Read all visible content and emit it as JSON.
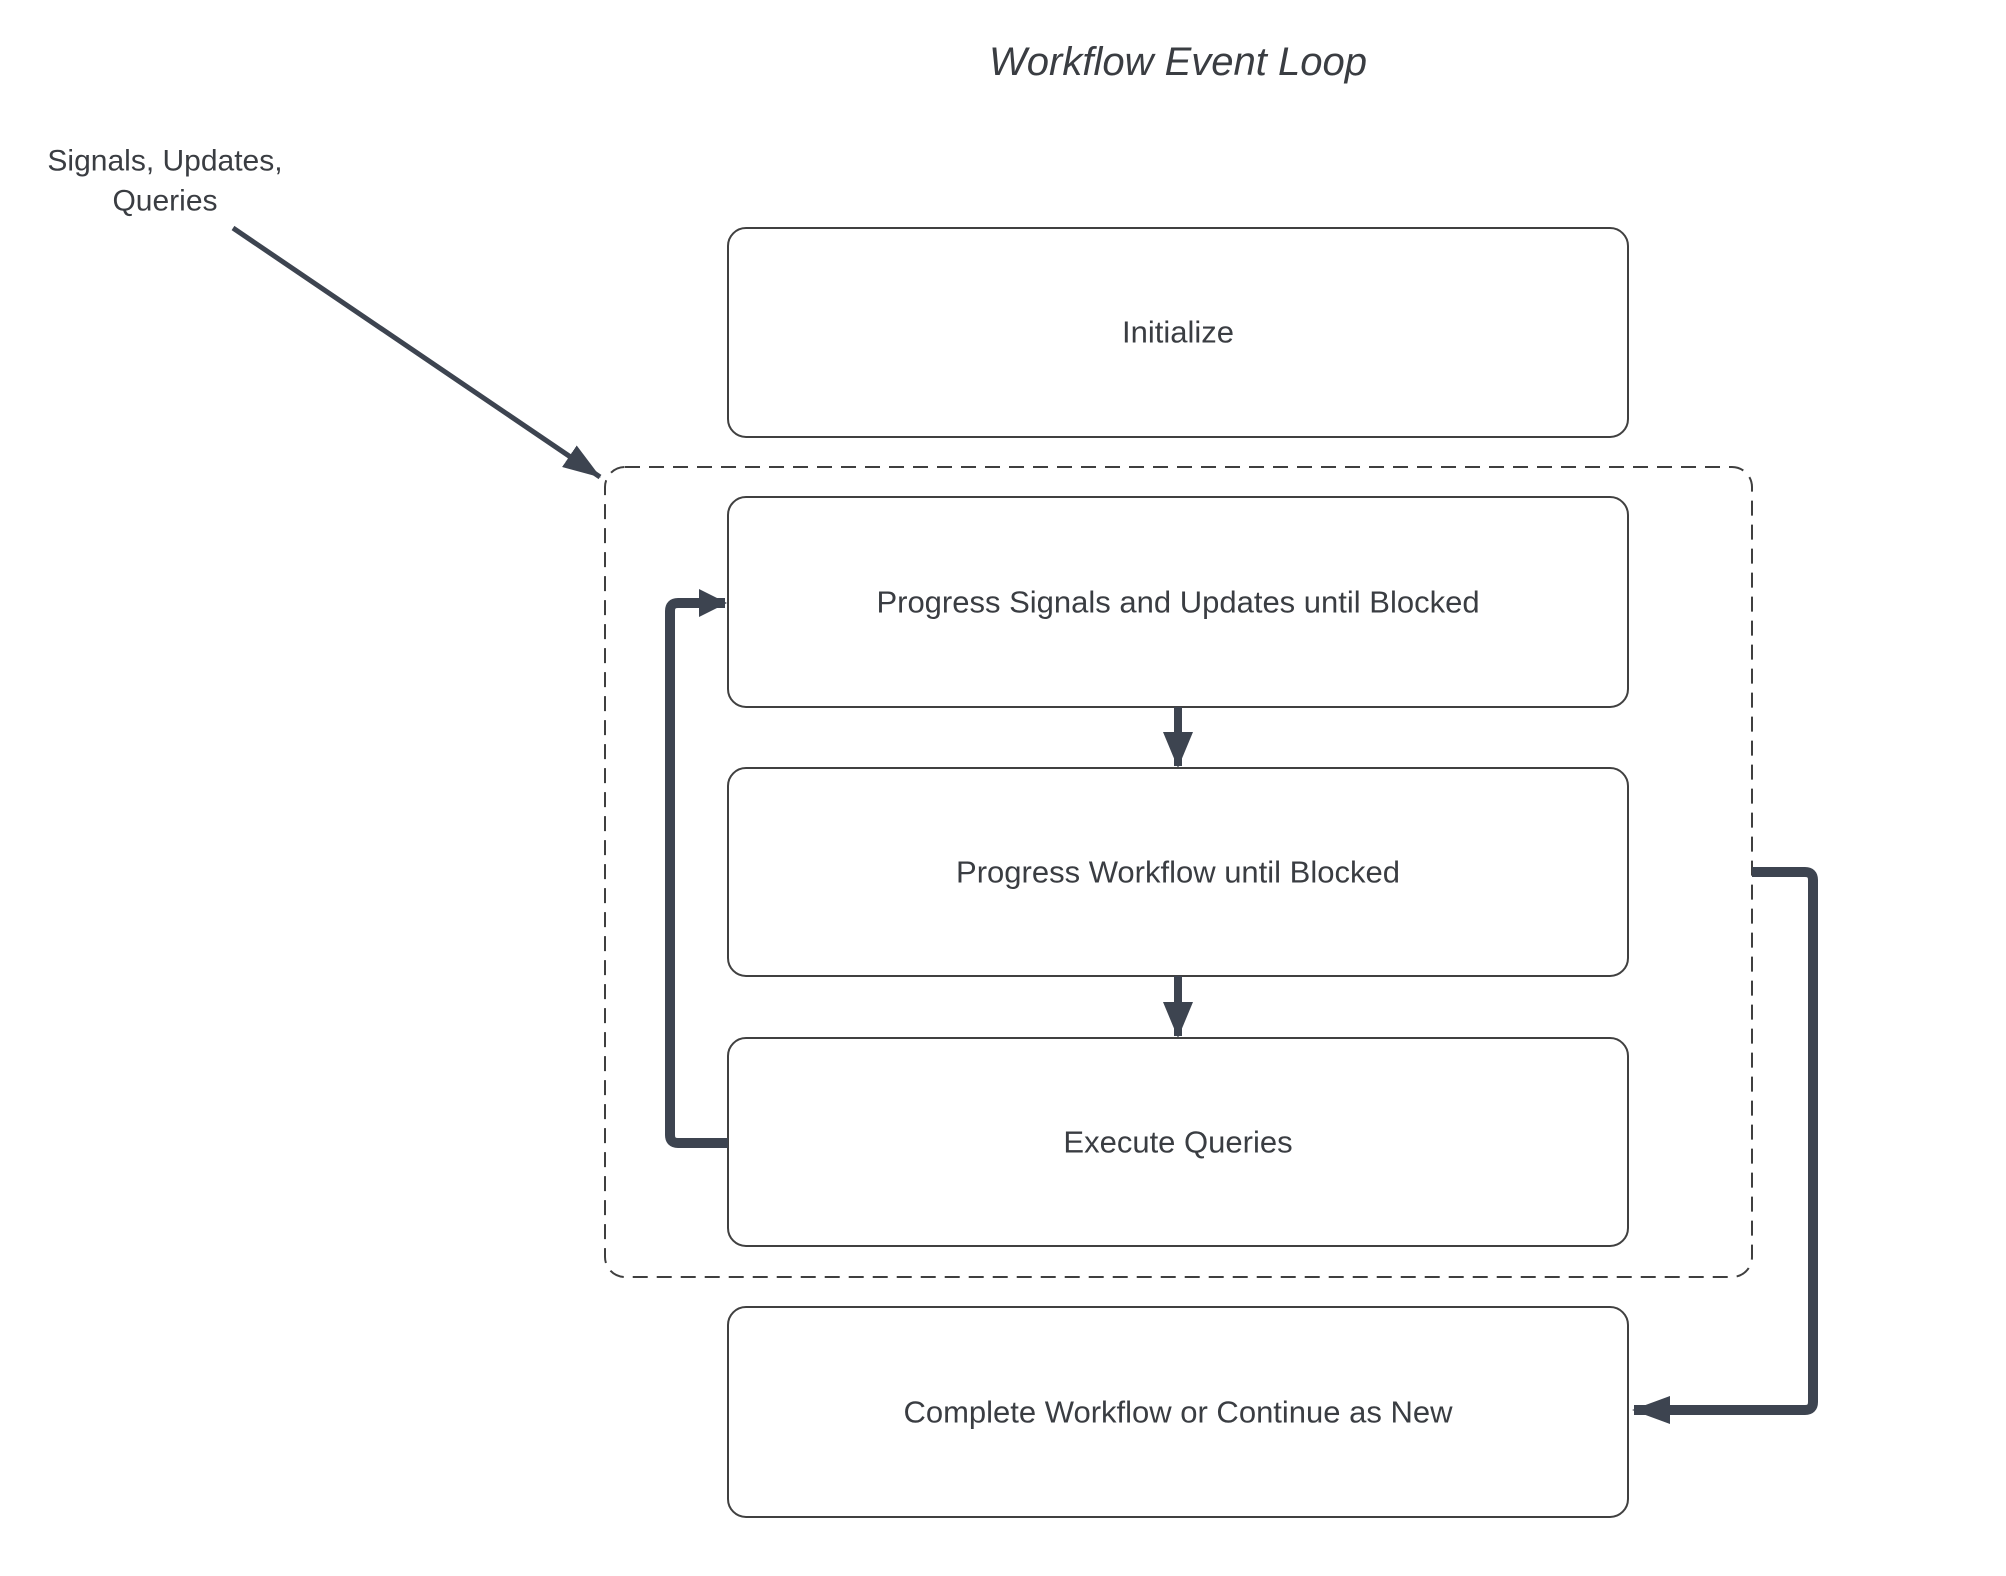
{
  "title": "Workflow Event Loop",
  "external_input": {
    "line1": "Signals, Updates,",
    "line2": "Queries"
  },
  "nodes": {
    "initialize": {
      "label": "Initialize"
    },
    "progress_signals": {
      "label": "Progress Signals and Updates until Blocked"
    },
    "progress_workflow": {
      "label": "Progress Workflow until Blocked"
    },
    "execute_queries": {
      "label": "Execute Queries"
    },
    "complete": {
      "label": "Complete Workflow or Continue as New"
    }
  },
  "colors": {
    "background": "#ffffff",
    "connector": "#3d4450",
    "box_border": "#404040",
    "container_border": "#3f3f3f",
    "text": "#3a3d42"
  }
}
